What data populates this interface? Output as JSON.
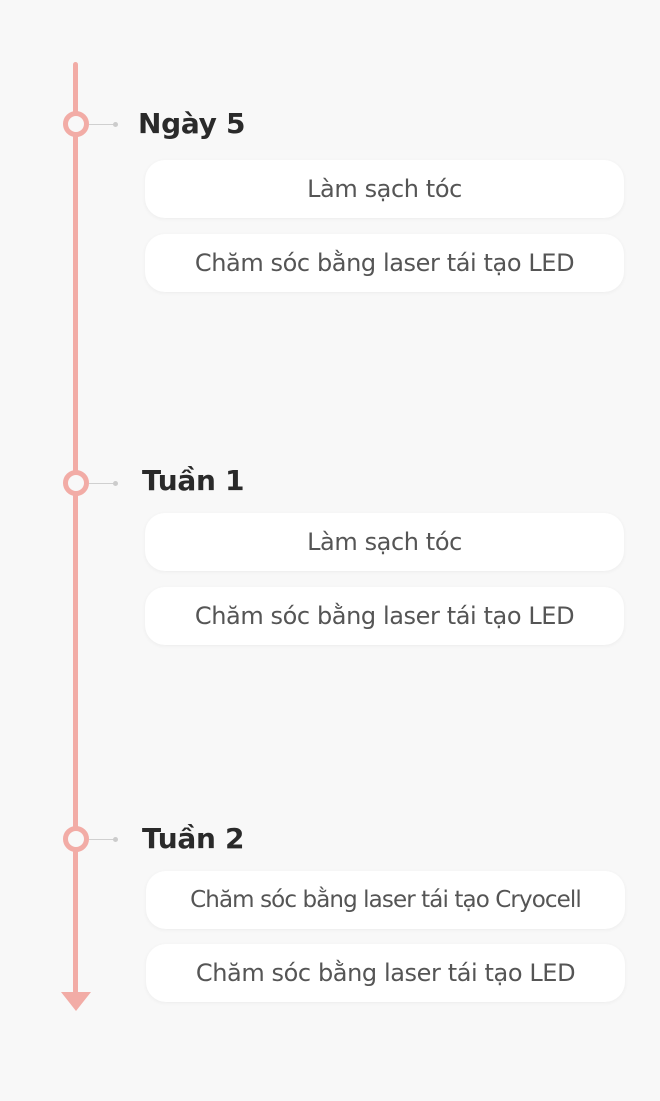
{
  "timeline": {
    "steps": [
      {
        "title": "Ngày 5",
        "items": [
          "Làm sạch tóc",
          "Chăm sóc bằng laser tái tạo LED"
        ]
      },
      {
        "title": "Tuần 1",
        "items": [
          "Làm sạch tóc",
          "Chăm sóc bằng laser tái tạo LED"
        ]
      },
      {
        "title": "Tuần 2",
        "items": [
          "Chăm sóc bằng laser tái tạo Cryocell",
          "Chăm sóc bằng laser tái tạo LED"
        ]
      }
    ],
    "accent_color": "#f2aca6",
    "icons": {
      "node": "circle-node-icon",
      "end": "arrow-down-icon"
    }
  }
}
